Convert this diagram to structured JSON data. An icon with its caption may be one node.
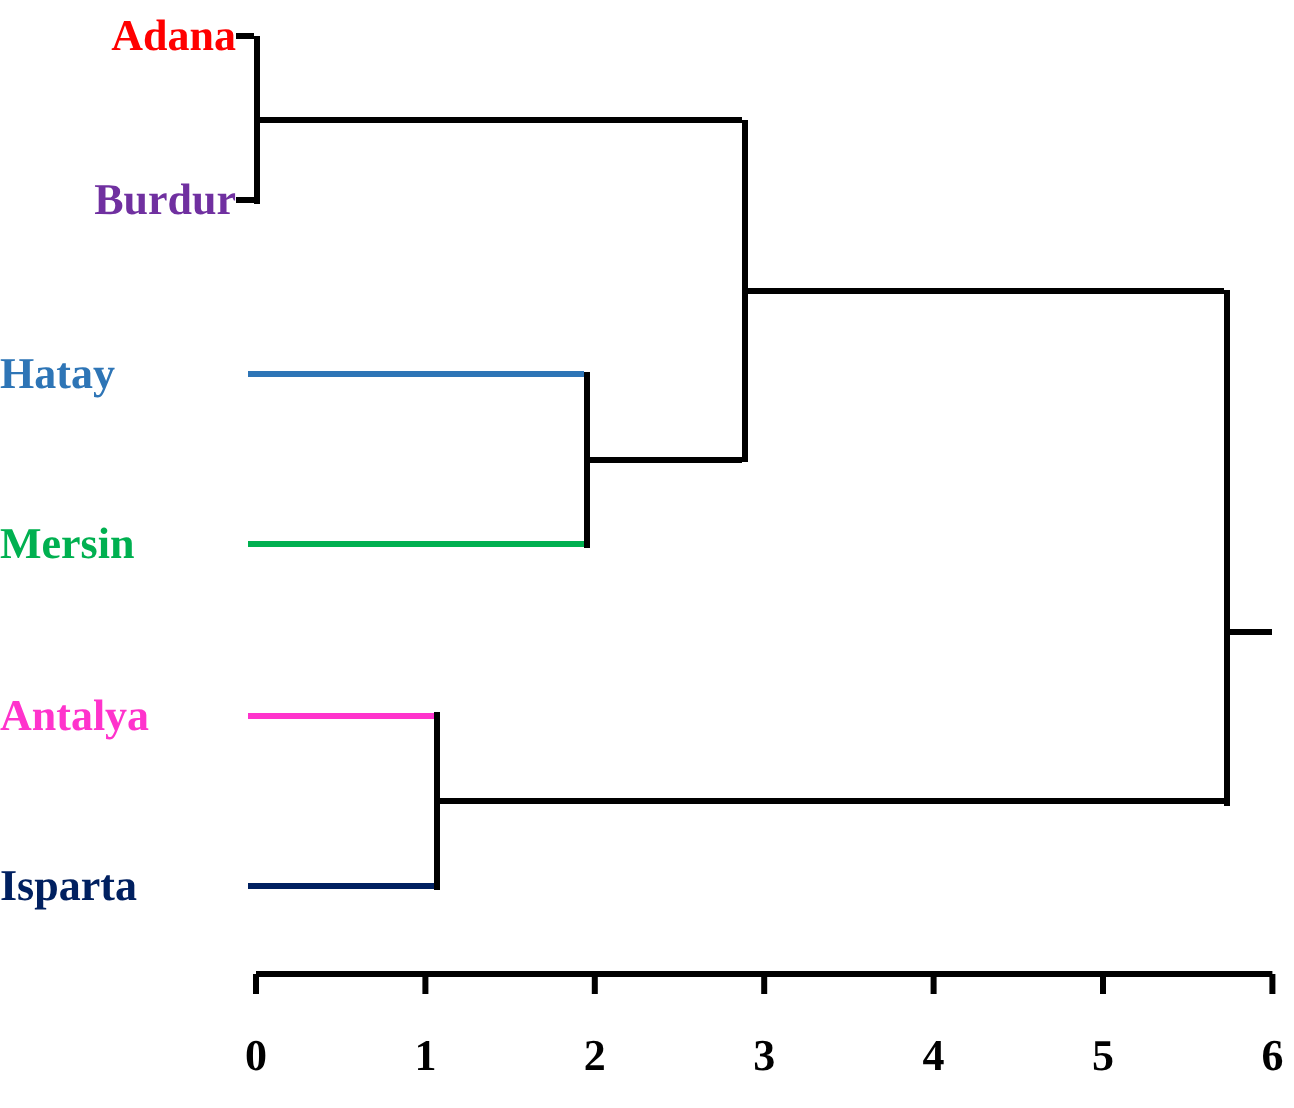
{
  "diagram": {
    "nodes": [
      {
        "text": [
          "Adana"
        ]
      },
      {
        "text": [
          "Burdur"
        ]
      },
      {
        "text": [
          "Hatay"
        ]
      },
      {
        "text": [
          "Mersin"
        ]
      },
      {
        "text": [
          "Antalya"
        ]
      },
      {
        "text": [
          "Isparta"
        ]
      },
      {
        "text": [],
        "shape": "bar"
      },
      {
        "text": [],
        "shape": "bar"
      },
      {
        "text": [],
        "shape": "bar"
      },
      {
        "text": [],
        "shape": "bar"
      },
      {
        "text": [],
        "shape": "bar"
      }
    ],
    "edges": [
      {
        "from": 0,
        "to": 6,
        "arrow": "none"
      },
      {
        "from": 1,
        "to": 6,
        "arrow": "none"
      },
      {
        "from": 2,
        "to": 8,
        "arrow": "none",
        "color": "#2e75b6"
      },
      {
        "from": 3,
        "to": 8,
        "arrow": "none",
        "color": "#00b050"
      },
      {
        "from": 4,
        "to": 7,
        "arrow": "none",
        "color": "#ff33cc"
      },
      {
        "from": 5,
        "to": 7,
        "arrow": "none",
        "color": "#002060"
      },
      {
        "from": 6,
        "to": 9,
        "arrow": "none"
      },
      {
        "from": 8,
        "to": 9,
        "arrow": "none"
      },
      {
        "from": 9,
        "to": 10,
        "arrow": "none"
      },
      {
        "from": 7,
        "to": 10,
        "arrow": "none"
      },
      {
        "from": 10,
        "to": null,
        "arrow": "none"
      }
    ],
    "labels": [
      "0",
      "1",
      "2",
      "3",
      "4",
      "5",
      "6"
    ]
  }
}
